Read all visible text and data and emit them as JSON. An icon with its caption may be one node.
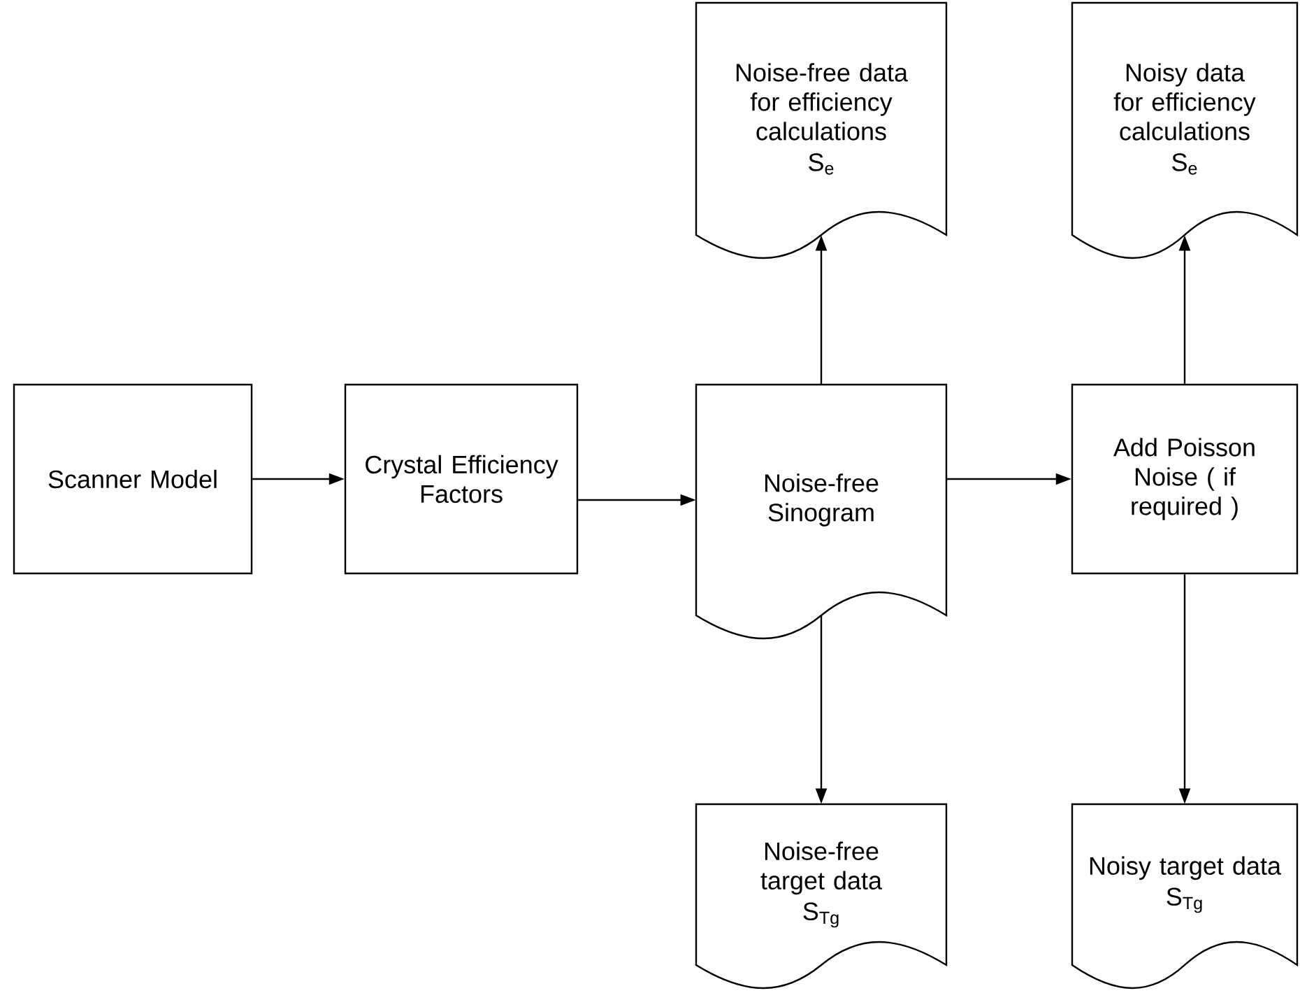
{
  "diagram": {
    "nodes": [
      {
        "text": [
          "Scanner Model"
        ]
      },
      {
        "text": [
          "Crystal Efficiency Factors"
        ]
      },
      {
        "text": [
          "Noise-free Sinogram"
        ]
      },
      {
        "text": [
          "Add Poisson Noise ( if required )"
        ]
      },
      {
        "text": [
          "Noise-free data for efficiency calculations",
          "S$_{e}$"
        ]
      },
      {
        "text": [
          "Noisy data for efficiency calculations",
          "S$_{e}$"
        ]
      },
      {
        "text": [
          "Noise-free target data",
          "S$_{Tg}$"
        ]
      },
      {
        "text": [
          "Noisy target data",
          "S$_{Tg}$"
        ]
      }
    ],
    "edges": [
      {
        "from": 0,
        "to": 1,
        "arrow": "to"
      },
      {
        "from": 1,
        "to": 2,
        "arrow": "to"
      },
      {
        "from": 2,
        "to": 3,
        "arrow": "to"
      },
      {
        "from": 2,
        "to": 4,
        "arrow": "to"
      },
      {
        "from": 2,
        "to": 6,
        "arrow": "to"
      },
      {
        "from": 3,
        "to": 5,
        "arrow": "to"
      },
      {
        "from": 3,
        "to": 7,
        "arrow": "to"
      }
    ]
  }
}
